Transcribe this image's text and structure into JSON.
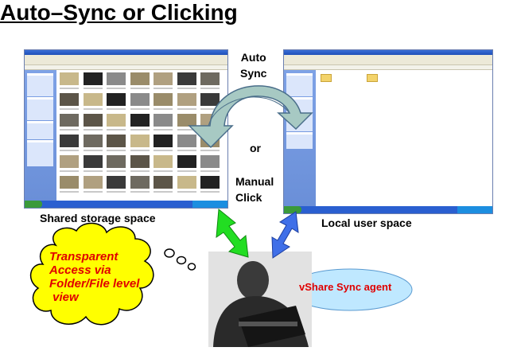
{
  "title": "Auto–Sync or Clicking",
  "labels": {
    "auto_sync_line1": "Auto",
    "auto_sync_line2": "Sync",
    "or": "or",
    "manual_line1": "Manual",
    "manual_line2": "Click",
    "shared_storage": "Shared storage space",
    "local_user": "Local user space",
    "agent": "vShare Sync agent"
  },
  "cloud_lines": [
    "Transparent",
    "Access via",
    "Folder/File level",
    " view"
  ],
  "colors": {
    "cloud_fill": "#ffff00",
    "cloud_text": "#e00000",
    "agent_ellipse": "#bfe8ff",
    "sync_arrow": "#a7c9c3",
    "green_arrow": "#22dd22",
    "blue_arrow": "#3f6fe8"
  }
}
